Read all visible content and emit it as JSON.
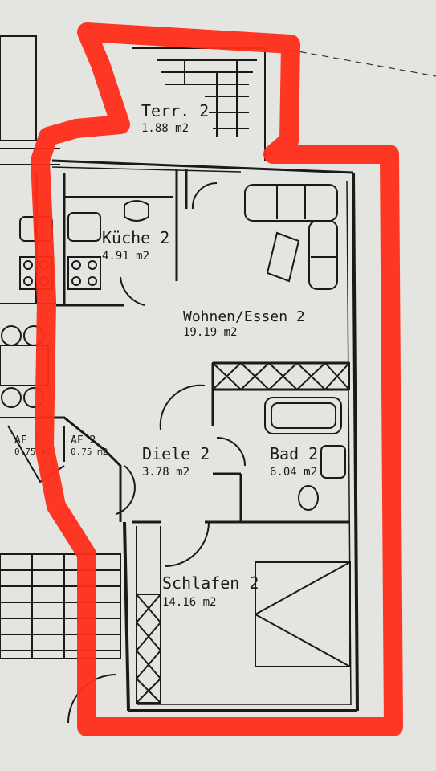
{
  "rooms": {
    "terrace": {
      "name": "Terr. 2",
      "area": "1.88 m2"
    },
    "kitchen": {
      "name": "Küche 2",
      "area": "4.91 m2"
    },
    "living": {
      "name": "Wohnen/Essen 2",
      "area": "19.19 m2"
    },
    "hall": {
      "name": "Diele 2",
      "area": "3.78 m2"
    },
    "bath": {
      "name": "Bad 2",
      "area": "6.04 m2"
    },
    "bedroom": {
      "name": "Schlafen 2",
      "area": "14.16 m2"
    },
    "af1": {
      "name": "AF 1",
      "area": "0.75 m2"
    },
    "af2": {
      "name": "AF 2",
      "area": "0.75 m2"
    }
  },
  "highlight_color": "#ff2d1a",
  "line_color": "#1a1a1a"
}
